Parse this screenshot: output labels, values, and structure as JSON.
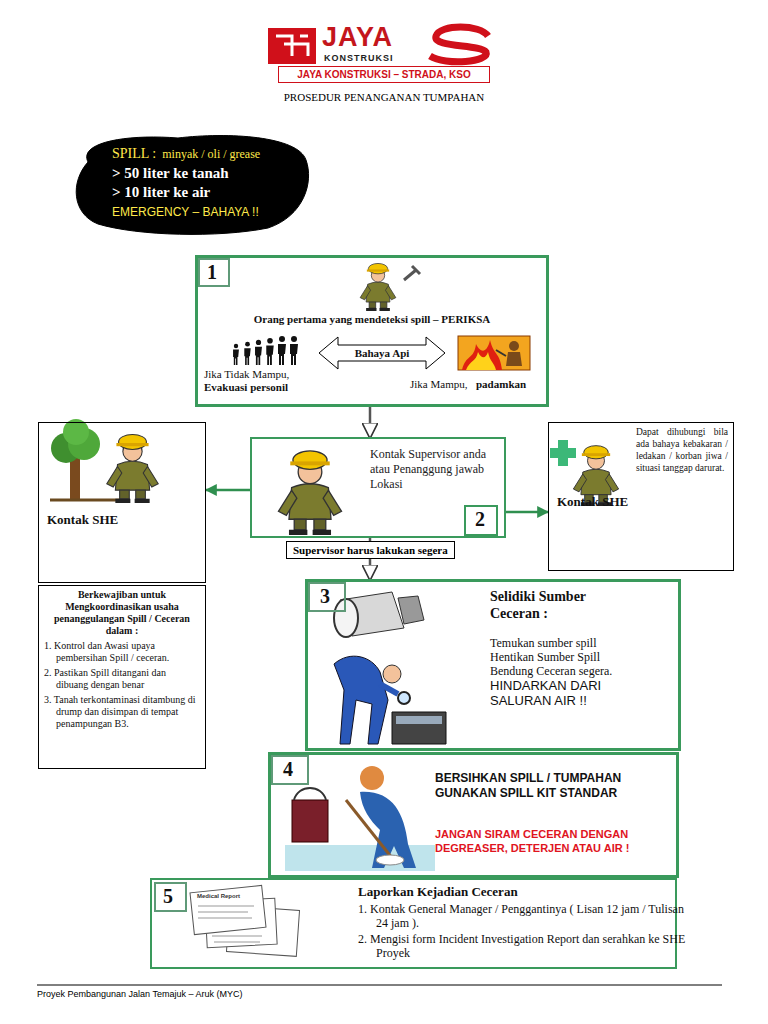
{
  "diagram": {
    "title": "PROSEDUR PENANGANAN TUMPAHAN",
    "nodes": [
      {
        "text": [
          "JAYA KONSTRUKSI – STRADA, KSO"
        ]
      },
      {
        "text": [
          "SPILL :",
          "minyak / oli / grease",
          "> 50 liter ke tanah",
          "> 10 liter ke air",
          "EMERGENCY – BAHAYA !!"
        ]
      },
      {
        "text": [
          "Orang pertama yang mendeteksi spill – PERIKSA",
          "Jika Tidak Mampu,",
          "Evakuasi personil",
          "Jika Mampu,",
          "padamkan"
        ]
      },
      {
        "text": [
          "1"
        ],
        "in": 2
      },
      {
        "text": [
          "Bahaya Api"
        ],
        "in": 2
      },
      {
        "text": [
          "Kontak Supervisor anda atau Penanggung jawab Lokasi"
        ]
      },
      {
        "text": [
          "2"
        ],
        "in": 5
      },
      {
        "text": [
          "Kontak SHE"
        ]
      },
      {
        "text": [
          "Berkewajiban untuk Mengkoordinasikan usaha penanggulangan Spill / Ceceran dalam :",
          "1. Kontrol dan Awasi upaya pembersihan Spill / ceceran.",
          "2. Pastikan Spill ditangani dan dibuang dengan benar",
          "3. Tanah terkontaminasi ditambung di drump dan disimpan di tempat penampungan B3."
        ]
      },
      {
        "text": [
          "Dapat dihubungi bila ada bahaya kebakaran / ledakan / korban jiwa / situasi tanggap darurat.",
          "Kontak SHE"
        ]
      },
      {
        "text": [
          "Selidiki Sumber Ceceran :",
          "Temukan sumber spill",
          "Hentikan Sumber Spill",
          "Bendung Ceceran segera.",
          "HINDARKAN DARI SALURAN AIR !!"
        ]
      },
      {
        "text": [
          "3"
        ],
        "in": 10
      },
      {
        "text": [
          "BERSIHKAN SPILL / TUMPAHAN GUNAKAN SPILL KIT STANDAR",
          "JANGAN SIRAM CECERAN DENGAN DEGREASER, DETERJEN ATAU AIR !"
        ]
      },
      {
        "text": [
          "4"
        ],
        "in": 12
      },
      {
        "text": [
          "Laporkan Kejadian Ceceran",
          "1. Kontak General Manager / Penggantinya ( Lisan 12 jam / Tulisan 24 jam ).",
          "2. Mengisi form Incident Investigation Report dan serahkan ke SHE Proyek"
        ]
      },
      {
        "text": [
          "5"
        ],
        "in": 14
      }
    ],
    "edges": [
      {
        "from": 2,
        "to": 5,
        "arrow": "to"
      },
      {
        "from": 5,
        "to": 7,
        "arrow": "to"
      },
      {
        "from": 5,
        "to": 9,
        "arrow": "to"
      },
      {
        "from": 5,
        "to": 10,
        "label": "Supervisor harus lakukan segera",
        "arrow": "to"
      }
    ],
    "labels": [
      "JAYA",
      "KONSTRUKSI",
      "Medical Report",
      "Proyek Pembangunan Jalan Temajuk – Aruk (MYC)"
    ]
  }
}
